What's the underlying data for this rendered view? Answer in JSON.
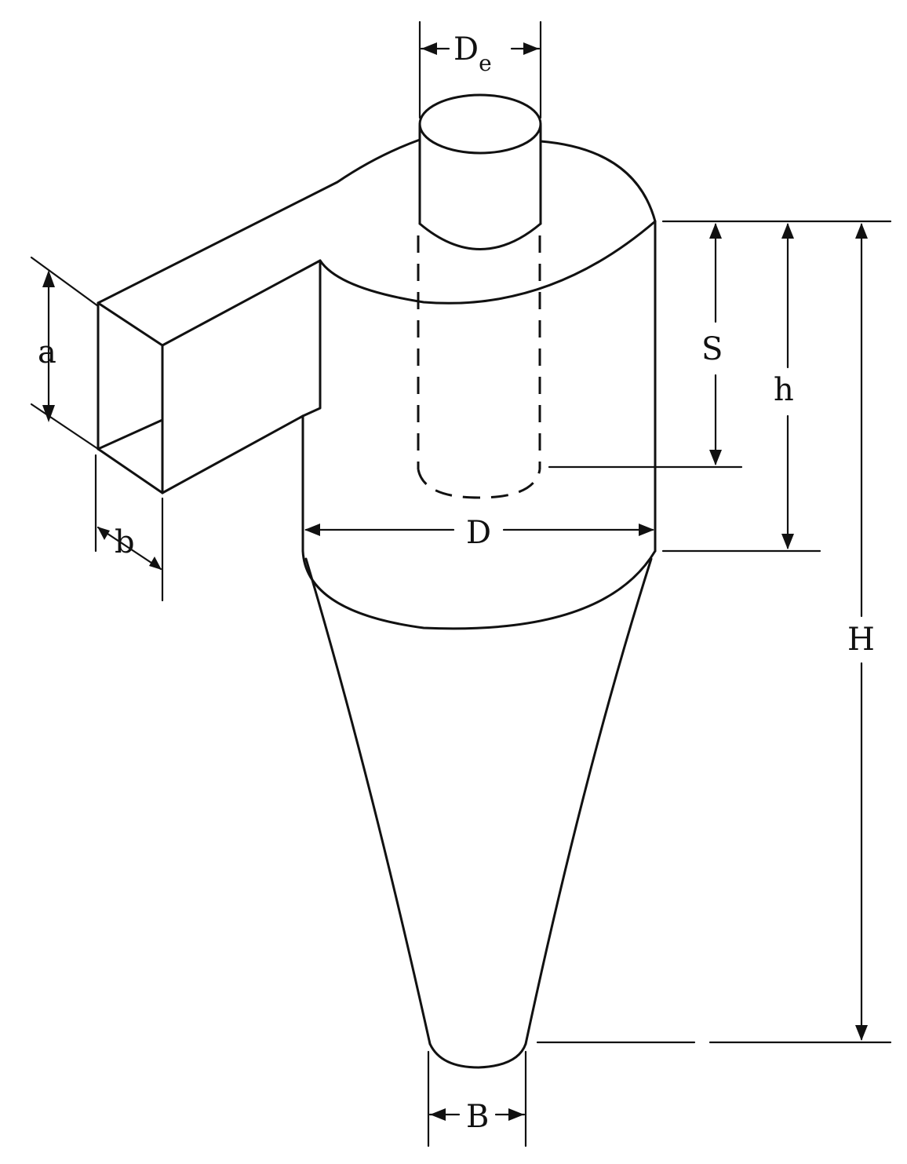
{
  "labels": {
    "a": "a",
    "b": "b",
    "De_main": "D",
    "De_sub": "e",
    "S": "S",
    "h": "h",
    "D": "D",
    "H": "H",
    "B": "B"
  }
}
